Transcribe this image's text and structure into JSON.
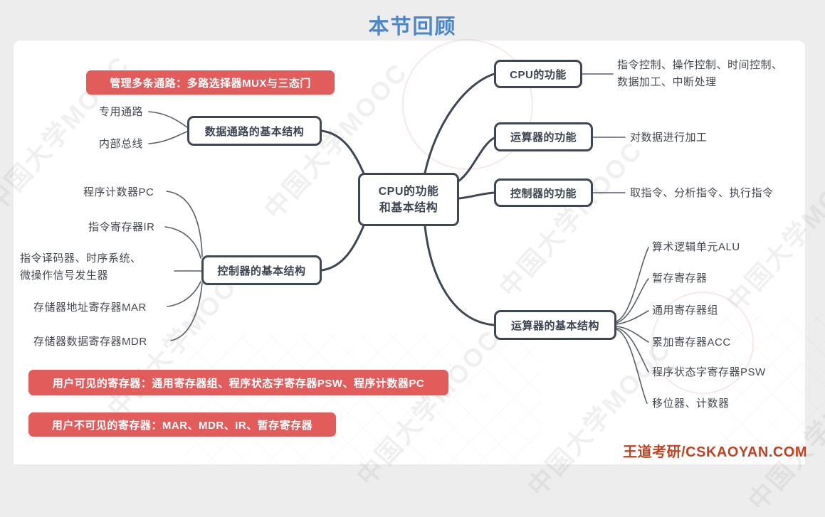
{
  "page": {
    "title": "本节回顾",
    "footer": "王道考研/CSKAOYAN.COM",
    "watermark": "中国大学MOOC"
  },
  "banners": {
    "mux": "管理多条通路：多路选择器MUX与三态门",
    "visible_regs": "用户可见的寄存器：通用寄存器组、程序状态字寄存器PSW、程序计数器PC",
    "invisible_regs": "用户不可见的寄存器：MAR、MDR、IR、暂存寄存器"
  },
  "map": {
    "root": {
      "line1": "CPU的功能",
      "line2": "和基本结构"
    },
    "nodes": {
      "datapath_struct": "数据通路的基本结构",
      "controller_struct": "控制器的基本结构",
      "cpu_func": "CPU的功能",
      "alu_func": "运算器的功能",
      "controller_func": "控制器的功能",
      "alu_struct": "运算器的基本结构"
    },
    "leaves": {
      "dedicated_path": "专用通路",
      "internal_bus": "内部总线",
      "pc": "程序计数器PC",
      "ir": "指令寄存器IR",
      "decoder_line1": "指令译码器、时序系统、",
      "decoder_line2": "微操作信号发生器",
      "mar": "存储器地址寄存器MAR",
      "mdr": "存储器数据寄存器MDR",
      "cpu_func_desc_line1": "指令控制、操作控制、时间控制、",
      "cpu_func_desc_line2": "数据加工、中断处理",
      "alu_func_desc": "对数据进行加工",
      "controller_func_desc": "取指令、分析指令、执行指令",
      "alu": "算术逻辑单元ALU",
      "temp_reg": "暂存寄存器",
      "gpr": "通用寄存器组",
      "acc": "累加寄存器ACC",
      "psw": "程序状态字寄存器PSW",
      "shifter_counter": "移位器、计数器"
    }
  },
  "colors": {
    "banner_red": "#e25c5c",
    "title_blue": "#4a86c8",
    "footer_red": "#bf4322",
    "node_border": "#3f4654"
  }
}
